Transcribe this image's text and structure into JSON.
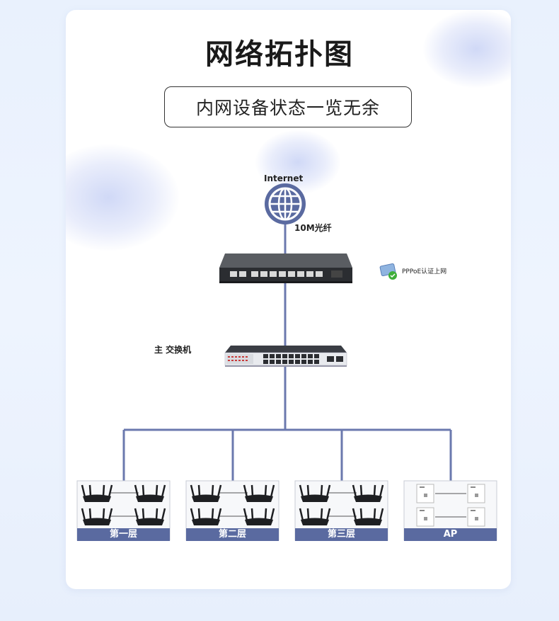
{
  "title": "网络拓扑图",
  "subtitle": "内网设备状态一览无余",
  "internet_label": "Internet",
  "fiber_label": "10M光纤",
  "pppoe_label": "PPPoE认证上网",
  "main_switch_label": "主 交换机",
  "groups": [
    {
      "label": "第一层",
      "device": "router"
    },
    {
      "label": "第二层",
      "device": "router"
    },
    {
      "label": "第三层",
      "device": "router"
    },
    {
      "label": "AP",
      "device": "panel-ap"
    }
  ],
  "colors": {
    "line": "#6b79ae",
    "globe": "#5a6aa0",
    "group_bar": "#5a6aa0"
  }
}
